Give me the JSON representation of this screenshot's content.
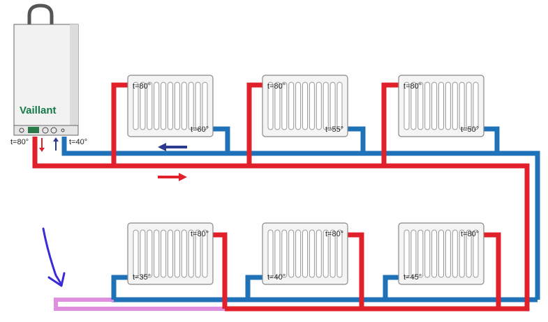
{
  "boiler": {
    "brand": "Vaillant",
    "supply_temp": "t=80°",
    "return_temp": "t=40°"
  },
  "radiators_top": [
    {
      "inlet_temp": "t=80°",
      "outlet_temp": "t=60°"
    },
    {
      "inlet_temp": "t=80°",
      "outlet_temp": "t=55°"
    },
    {
      "inlet_temp": "t=80°",
      "outlet_temp": "t=50°"
    }
  ],
  "radiators_bottom": [
    {
      "inlet_temp": "t=80°",
      "outlet_temp": "t=35°"
    },
    {
      "inlet_temp": "t=80°",
      "outlet_temp": "t=40°"
    },
    {
      "inlet_temp": "t=80°",
      "outlet_temp": "t=45°"
    }
  ],
  "colors": {
    "supply_pipe": "#e0202a",
    "return_pipe": "#1f72b8",
    "highlight_pipe": "#e08ee0",
    "supply_arrow": "#e0202a",
    "return_arrow": "#2b3a8f",
    "annotation_arrow": "#3a2bd6",
    "radiator_fill": "#f4f4f4",
    "radiator_stroke": "#888888",
    "boiler_body": "#f2f2f2"
  },
  "icons": [
    "boiler-icon",
    "flow-arrow-icon",
    "return-arrow-icon",
    "annotation-arrow-icon"
  ]
}
